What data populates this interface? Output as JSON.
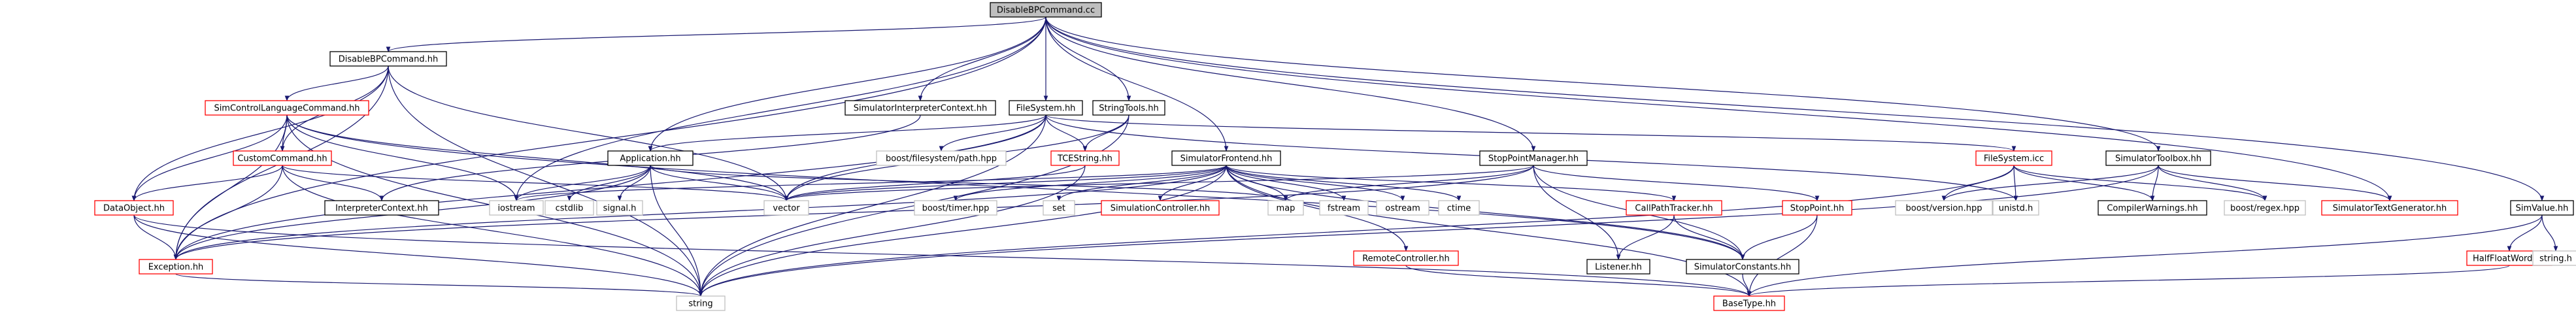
{
  "colors": {
    "edge": "#191970",
    "border_default": "#000000",
    "border_linked": "#ff0000",
    "border_external": "#bfbfbf",
    "root_fill": "#bfbfbf",
    "node_fill": "#ffffff",
    "text": "#000000"
  },
  "nodes": [
    {
      "id": "disablebp_cc",
      "label": "DisableBPCommand.cc",
      "kind": "root"
    },
    {
      "id": "disablebp_hh",
      "label": "DisableBPCommand.hh",
      "kind": "default"
    },
    {
      "id": "simcontrol",
      "label": "SimControlLanguageCommand.hh",
      "kind": "linked"
    },
    {
      "id": "customcommand",
      "label": "CustomCommand.hh",
      "kind": "linked"
    },
    {
      "id": "dataobject",
      "label": "DataObject.hh",
      "kind": "linked"
    },
    {
      "id": "exception",
      "label": "Exception.hh",
      "kind": "linked"
    },
    {
      "id": "string",
      "label": "string",
      "kind": "external"
    },
    {
      "id": "interpreter_ctx",
      "label": "InterpreterContext.hh",
      "kind": "default"
    },
    {
      "id": "iostream",
      "label": "iostream",
      "kind": "external"
    },
    {
      "id": "cstdlib",
      "label": "cstdlib",
      "kind": "external"
    },
    {
      "id": "signal",
      "label": "signal.h",
      "kind": "external"
    },
    {
      "id": "application",
      "label": "Application.hh",
      "kind": "default"
    },
    {
      "id": "vector",
      "label": "vector",
      "kind": "external"
    },
    {
      "id": "map",
      "label": "map",
      "kind": "external"
    },
    {
      "id": "sim_interp_ctx",
      "label": "SimulatorInterpreterContext.hh",
      "kind": "default"
    },
    {
      "id": "filesystem_hh",
      "label": "FileSystem.hh",
      "kind": "default"
    },
    {
      "id": "boost_fs_path",
      "label": "boost/filesystem/path.hpp",
      "kind": "external"
    },
    {
      "id": "tcestring",
      "label": "TCEString.hh",
      "kind": "linked"
    },
    {
      "id": "stringtools",
      "label": "StringTools.hh",
      "kind": "default"
    },
    {
      "id": "simfrontend",
      "label": "SimulatorFrontend.hh",
      "kind": "default"
    },
    {
      "id": "boost_timer",
      "label": "boost/timer.hpp",
      "kind": "external"
    },
    {
      "id": "set",
      "label": "set",
      "kind": "external"
    },
    {
      "id": "sim_controller",
      "label": "SimulationController.hh",
      "kind": "linked"
    },
    {
      "id": "fstream",
      "label": "fstream",
      "kind": "external"
    },
    {
      "id": "ostream",
      "label": "ostream",
      "kind": "external"
    },
    {
      "id": "ctime",
      "label": "ctime",
      "kind": "external"
    },
    {
      "id": "remote_controller",
      "label": "RemoteController.hh",
      "kind": "linked"
    },
    {
      "id": "stoppoint_mgr",
      "label": "StopPointManager.hh",
      "kind": "default"
    },
    {
      "id": "callpath",
      "label": "CallPathTracker.hh",
      "kind": "linked"
    },
    {
      "id": "listener",
      "label": "Listener.hh",
      "kind": "default"
    },
    {
      "id": "sim_constants",
      "label": "SimulatorConstants.hh",
      "kind": "default"
    },
    {
      "id": "stoppoint",
      "label": "StopPoint.hh",
      "kind": "linked"
    },
    {
      "id": "basetype",
      "label": "BaseType.hh",
      "kind": "linked"
    },
    {
      "id": "filesystem_icc",
      "label": "FileSystem.icc",
      "kind": "linked"
    },
    {
      "id": "boost_version",
      "label": "boost/version.hpp",
      "kind": "external"
    },
    {
      "id": "unistd",
      "label": "unistd.h",
      "kind": "external"
    },
    {
      "id": "simtoolbox",
      "label": "SimulatorToolbox.hh",
      "kind": "default"
    },
    {
      "id": "compiler_warnings",
      "label": "CompilerWarnings.hh",
      "kind": "default"
    },
    {
      "id": "boost_regex",
      "label": "boost/regex.hpp",
      "kind": "external"
    },
    {
      "id": "sim_text_gen",
      "label": "SimulatorTextGenerator.hh",
      "kind": "linked"
    },
    {
      "id": "simvalue",
      "label": "SimValue.hh",
      "kind": "default"
    },
    {
      "id": "halffloatword",
      "label": "HalfFloatWord.hh",
      "kind": "linked"
    },
    {
      "id": "string_h",
      "label": "string.h",
      "kind": "external"
    }
  ],
  "edges": [
    [
      "disablebp_cc",
      "disablebp_hh"
    ],
    [
      "disablebp_cc",
      "exception"
    ],
    [
      "disablebp_cc",
      "application"
    ],
    [
      "disablebp_cc",
      "sim_interp_ctx"
    ],
    [
      "disablebp_cc",
      "filesystem_hh"
    ],
    [
      "disablebp_cc",
      "stringtools"
    ],
    [
      "disablebp_cc",
      "simfrontend"
    ],
    [
      "disablebp_cc",
      "stoppoint_mgr"
    ],
    [
      "disablebp_cc",
      "simtoolbox"
    ],
    [
      "disablebp_cc",
      "sim_text_gen"
    ],
    [
      "disablebp_cc",
      "simvalue"
    ],
    [
      "disablebp_cc",
      "iostream"
    ],
    [
      "disablebp_hh",
      "simcontrol"
    ],
    [
      "disablebp_hh",
      "customcommand"
    ],
    [
      "disablebp_hh",
      "dataobject"
    ],
    [
      "disablebp_hh",
      "exception"
    ],
    [
      "disablebp_hh",
      "string"
    ],
    [
      "disablebp_hh",
      "vector"
    ],
    [
      "simcontrol",
      "customcommand"
    ],
    [
      "simcontrol",
      "dataobject"
    ],
    [
      "simcontrol",
      "exception"
    ],
    [
      "simcontrol",
      "string"
    ],
    [
      "simcontrol",
      "vector"
    ],
    [
      "simcontrol",
      "iostream"
    ],
    [
      "simcontrol",
      "sim_constants"
    ],
    [
      "customcommand",
      "dataobject"
    ],
    [
      "customcommand",
      "exception"
    ],
    [
      "customcommand",
      "string"
    ],
    [
      "customcommand",
      "vector"
    ],
    [
      "customcommand",
      "interpreter_ctx"
    ],
    [
      "dataobject",
      "exception"
    ],
    [
      "dataobject",
      "string"
    ],
    [
      "dataobject",
      "basetype"
    ],
    [
      "exception",
      "string"
    ],
    [
      "application",
      "iostream"
    ],
    [
      "application",
      "cstdlib"
    ],
    [
      "application",
      "signal"
    ],
    [
      "application",
      "string"
    ],
    [
      "application",
      "vector"
    ],
    [
      "application",
      "map"
    ],
    [
      "application",
      "exception"
    ],
    [
      "sim_interp_ctx",
      "interpreter_ctx"
    ],
    [
      "filesystem_hh",
      "boost_fs_path"
    ],
    [
      "filesystem_hh",
      "tcestring"
    ],
    [
      "filesystem_hh",
      "string"
    ],
    [
      "filesystem_hh",
      "vector"
    ],
    [
      "filesystem_hh",
      "exception"
    ],
    [
      "filesystem_hh",
      "filesystem_icc"
    ],
    [
      "filesystem_hh",
      "unistd"
    ],
    [
      "filesystem_hh",
      "application"
    ],
    [
      "tcestring",
      "string"
    ],
    [
      "tcestring",
      "vector"
    ],
    [
      "stringtools",
      "tcestring"
    ],
    [
      "stringtools",
      "string"
    ],
    [
      "stringtools",
      "vector"
    ],
    [
      "simfrontend",
      "boost_timer"
    ],
    [
      "simfrontend",
      "set"
    ],
    [
      "simfrontend",
      "sim_controller"
    ],
    [
      "simfrontend",
      "fstream"
    ],
    [
      "simfrontend",
      "ostream"
    ],
    [
      "simfrontend",
      "ctime"
    ],
    [
      "simfrontend",
      "remote_controller"
    ],
    [
      "simfrontend",
      "callpath"
    ],
    [
      "simfrontend",
      "sim_constants"
    ],
    [
      "simfrontend",
      "string"
    ],
    [
      "simfrontend",
      "vector"
    ],
    [
      "simfrontend",
      "map"
    ],
    [
      "simfrontend",
      "iostream"
    ],
    [
      "simfrontend",
      "exception"
    ],
    [
      "simfrontend",
      "basetype"
    ],
    [
      "remote_controller",
      "basetype"
    ],
    [
      "stoppoint_mgr",
      "listener"
    ],
    [
      "stoppoint_mgr",
      "sim_constants"
    ],
    [
      "stoppoint_mgr",
      "stoppoint"
    ],
    [
      "stoppoint_mgr",
      "map"
    ],
    [
      "stoppoint_mgr",
      "vector"
    ],
    [
      "stoppoint_mgr",
      "exception"
    ],
    [
      "callpath",
      "listener"
    ],
    [
      "callpath",
      "sim_constants"
    ],
    [
      "stoppoint",
      "sim_constants"
    ],
    [
      "stoppoint",
      "basetype"
    ],
    [
      "sim_constants",
      "basetype"
    ],
    [
      "filesystem_icc",
      "boost_version"
    ],
    [
      "filesystem_icc",
      "unistd"
    ],
    [
      "filesystem_icc",
      "compiler_warnings"
    ],
    [
      "filesystem_icc",
      "boost_regex"
    ],
    [
      "filesystem_icc",
      "string"
    ],
    [
      "simtoolbox",
      "compiler_warnings"
    ],
    [
      "simtoolbox",
      "boost_regex"
    ],
    [
      "simtoolbox",
      "sim_text_gen"
    ],
    [
      "simtoolbox",
      "boost_version"
    ],
    [
      "simtoolbox",
      "string"
    ],
    [
      "simvalue",
      "halffloatword"
    ],
    [
      "simvalue",
      "string_h"
    ],
    [
      "simvalue",
      "basetype"
    ],
    [
      "halffloatword",
      "basetype"
    ]
  ]
}
